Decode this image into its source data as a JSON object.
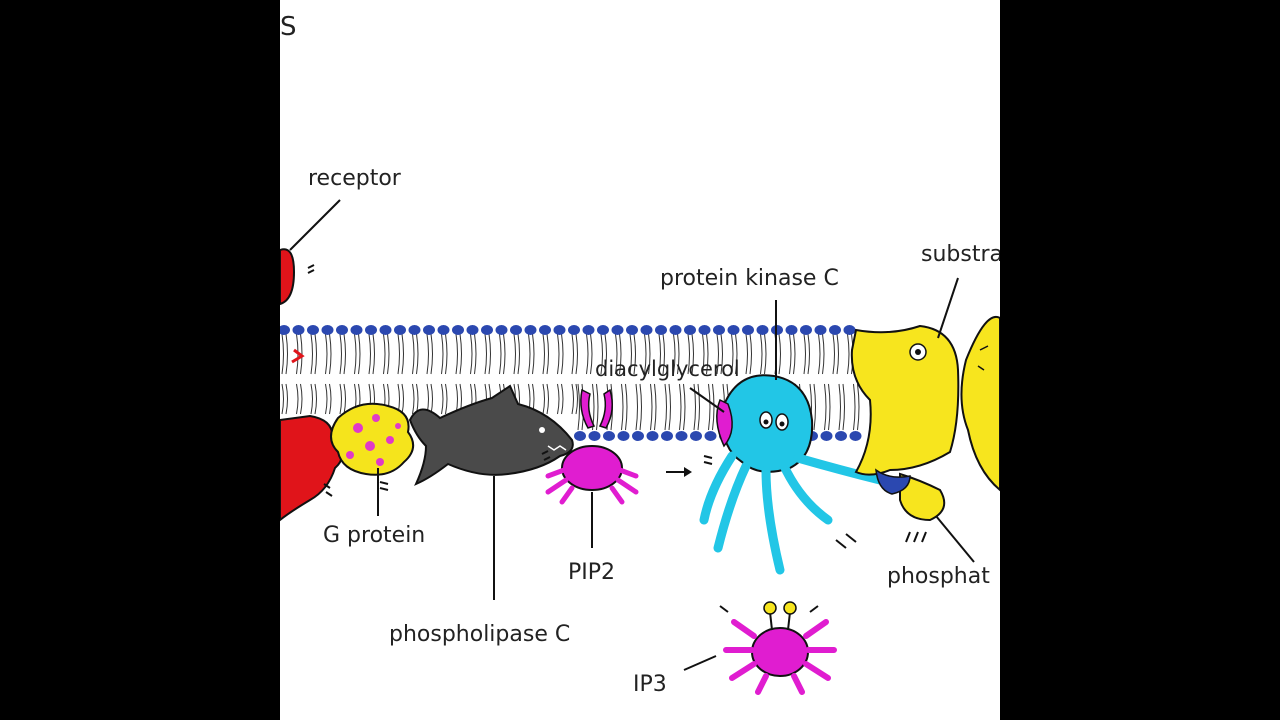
{
  "colors": {
    "background": "#000000",
    "panel": "#ffffff",
    "membrane_head": "#2b48b0",
    "receptor": "#e0141a",
    "g_protein": "#f5e41c",
    "g_protein_spots": "#e03ac8",
    "phospholipase": "#4a4a4a",
    "pip2": "#e01dd0",
    "pkc": "#22c6e6",
    "substrate": "#f7e51e"
  },
  "labels": {
    "corner": "S",
    "receptor": "receptor",
    "g_protein": "G protein",
    "phospholipase_c": "phospholipase C",
    "pip2": "PIP2",
    "diacylglycerol": "diacylglycerol",
    "protein_kinase_c": "protein kinase C",
    "substrate": "substra",
    "phosphate": "phosphat",
    "ip3": "IP3"
  }
}
